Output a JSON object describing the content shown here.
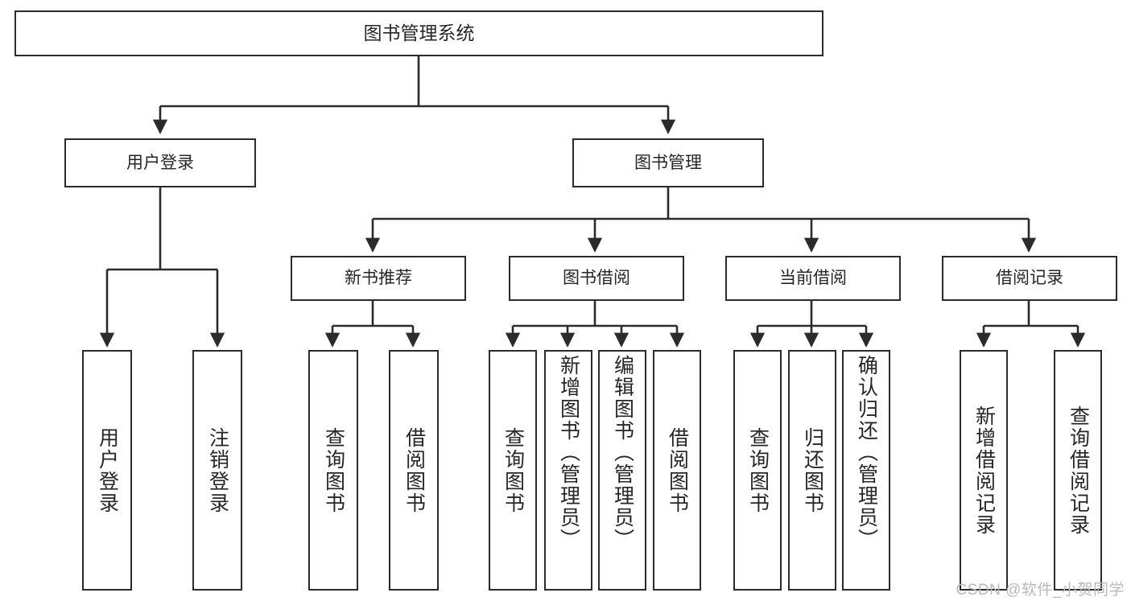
{
  "diagram": {
    "title": "图书管理系统",
    "type": "tree",
    "background": "#ffffff",
    "line_color": "#2b2b2b",
    "text_color": "#262626",
    "watermark": "CSDN @软件_小贺同学"
  },
  "nodes": {
    "root": {
      "label": "图书管理系统"
    },
    "tier2": [
      {
        "id": "user-login",
        "label": "用户登录"
      },
      {
        "id": "book-manage",
        "label": "图书管理"
      }
    ],
    "tier3": [
      {
        "id": "new-book-recommend",
        "label": "新书推荐"
      },
      {
        "id": "book-borrow",
        "label": "图书借阅"
      },
      {
        "id": "current-borrow",
        "label": "当前借阅"
      },
      {
        "id": "borrow-record",
        "label": "借阅记录"
      }
    ],
    "leaves": {
      "user_login": [
        {
          "id": "leaf-user-login",
          "label": "用户登录"
        },
        {
          "id": "leaf-logout",
          "label": "注销登录"
        }
      ],
      "new_book_recommend": [
        {
          "id": "leaf-query-book-1",
          "label": "查询图书"
        },
        {
          "id": "leaf-borrow-book-1",
          "label": "借阅图书"
        }
      ],
      "book_borrow": [
        {
          "id": "leaf-query-book-2",
          "label": "查询图书"
        },
        {
          "id": "leaf-add-book",
          "label": "新增图书（管理员）"
        },
        {
          "id": "leaf-edit-book",
          "label": "编辑图书（管理员）"
        },
        {
          "id": "leaf-borrow-book-2",
          "label": "借阅图书"
        }
      ],
      "current_borrow": [
        {
          "id": "leaf-query-book-3",
          "label": "查询图书"
        },
        {
          "id": "leaf-return-book",
          "label": "归还图书"
        },
        {
          "id": "leaf-confirm-return",
          "label": "确认归还（管理员）"
        }
      ],
      "borrow_record": [
        {
          "id": "leaf-add-record",
          "label": "新增借阅记录"
        },
        {
          "id": "leaf-query-record",
          "label": "查询借阅记录"
        }
      ]
    }
  }
}
